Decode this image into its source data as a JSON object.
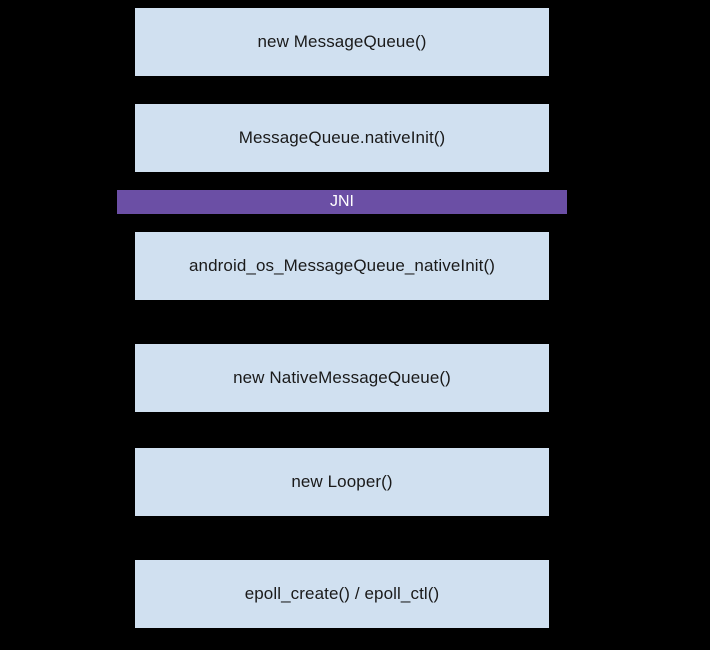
{
  "diagram": {
    "type": "sequence-stack-flow",
    "background_color": "#000000",
    "node_fill_color": "#d0e0f0",
    "node_text_color": "#1a1a1a",
    "band_fill_color": "#6b4fa5",
    "band_text_color": "#ffffff",
    "nodes": [
      {
        "id": "new-messagequeue",
        "label": "new MessageQueue()",
        "layer": "java"
      },
      {
        "id": "messagequeue-nativeinit",
        "label": "MessageQueue.nativeInit()",
        "layer": "java"
      },
      {
        "id": "android-os-messagequeue-nativeinit",
        "label": "android_os_MessageQueue_nativeInit()",
        "layer": "native"
      },
      {
        "id": "new-nativemessagequeue",
        "label": "new NativeMessageQueue()",
        "layer": "native"
      },
      {
        "id": "new-looper",
        "label": "new Looper()",
        "layer": "native"
      },
      {
        "id": "epoll-create-epoll-ctl",
        "label": "epoll_create() / epoll_ctl()",
        "layer": "kernel"
      }
    ],
    "bands": [
      {
        "id": "jni-boundary",
        "label": "JNI",
        "after_node": "messagequeue-nativeinit"
      }
    ]
  }
}
